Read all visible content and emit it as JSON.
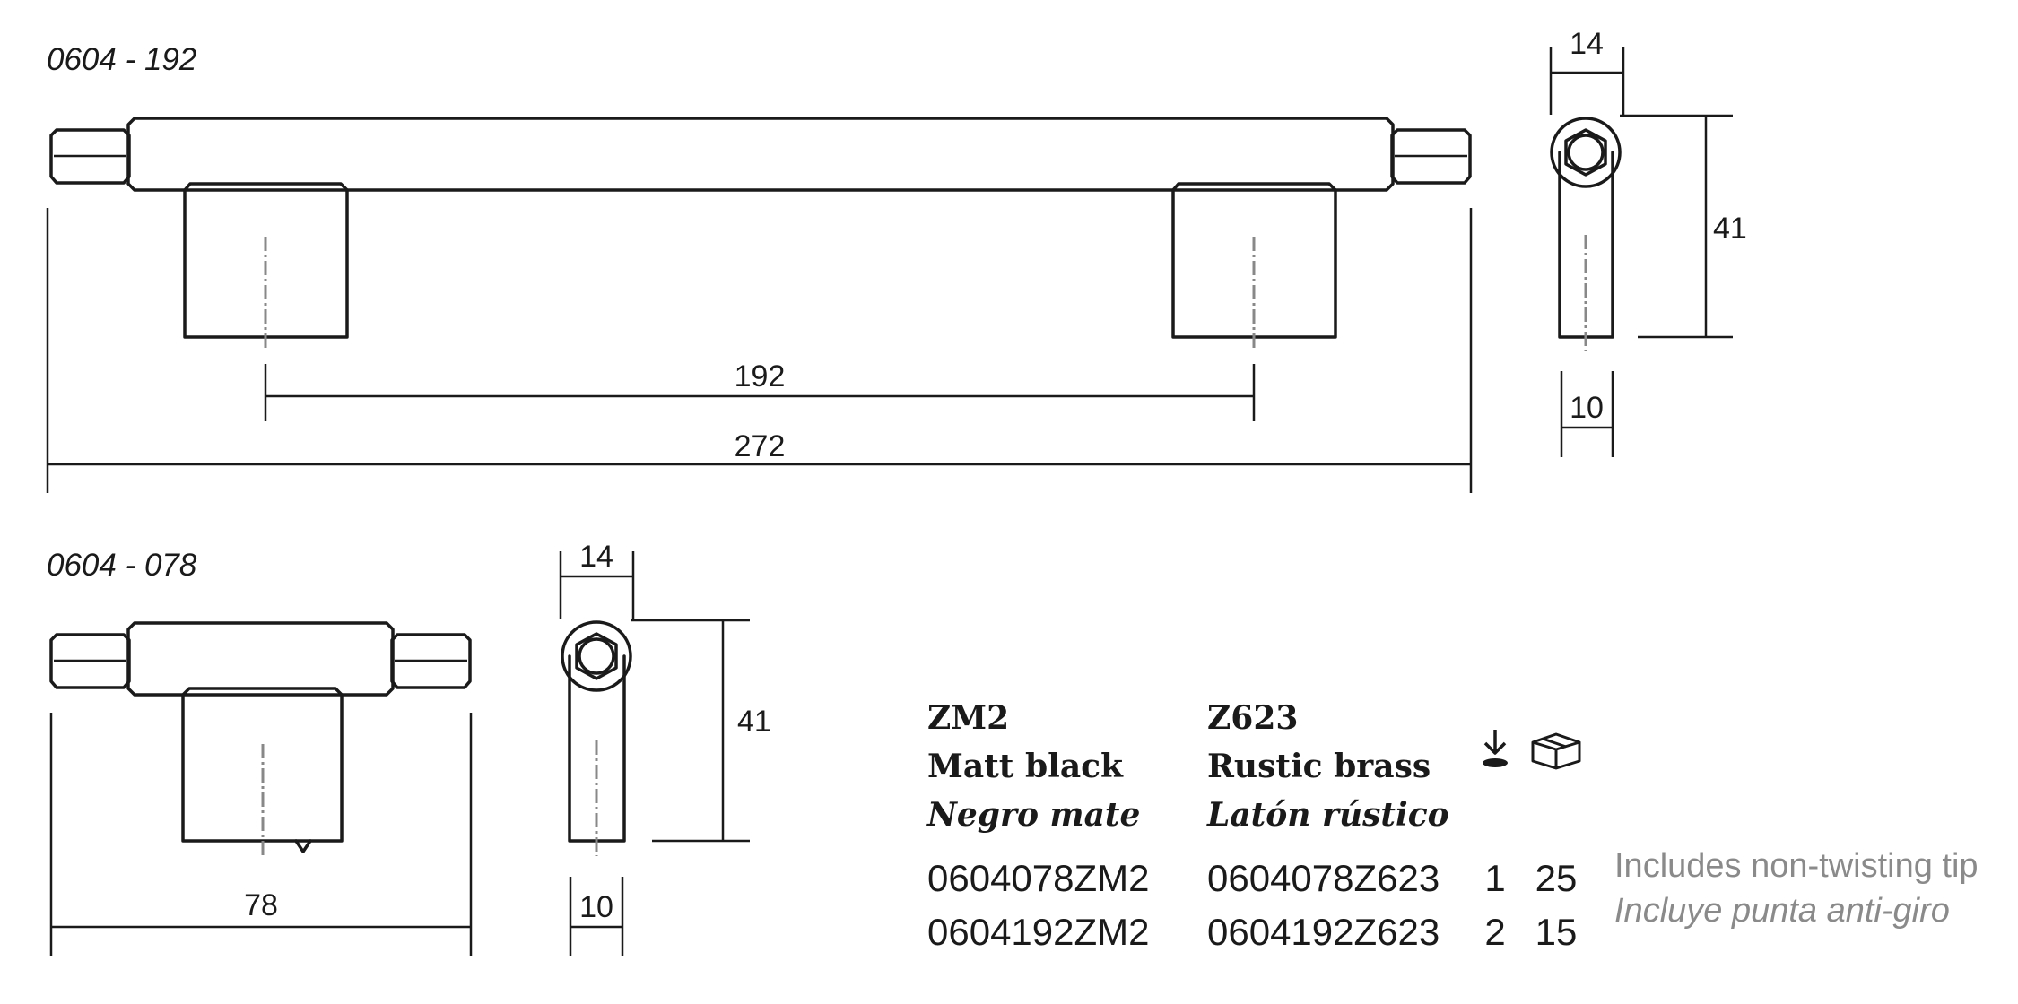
{
  "models": [
    {
      "label": "0604 - 192",
      "dims": {
        "overall": "272",
        "centers": "192",
        "width": "14",
        "height": "41",
        "base": "10"
      }
    },
    {
      "label": "0604 - 078",
      "dims": {
        "overall": "78",
        "width": "14",
        "height": "41",
        "base": "10"
      }
    }
  ],
  "finishes": [
    {
      "code": "ZM2",
      "name_en": "Matt black",
      "name_es": "Negro mate"
    },
    {
      "code": "Z623",
      "name_en": "Rustic brass",
      "name_es": "Latón rústico"
    }
  ],
  "icons": {
    "screw": "screw-download-icon",
    "box": "box-icon"
  },
  "rows": [
    {
      "ref_zm2": "0604078ZM2",
      "ref_z623": "0604078Z623",
      "screws": "1",
      "box_qty": "25"
    },
    {
      "ref_zm2": "0604192ZM2",
      "ref_z623": "0604192Z623",
      "screws": "2",
      "box_qty": "15"
    }
  ],
  "note": {
    "en": "Includes non-twisting tip",
    "es": "Incluye punta anti-giro"
  }
}
